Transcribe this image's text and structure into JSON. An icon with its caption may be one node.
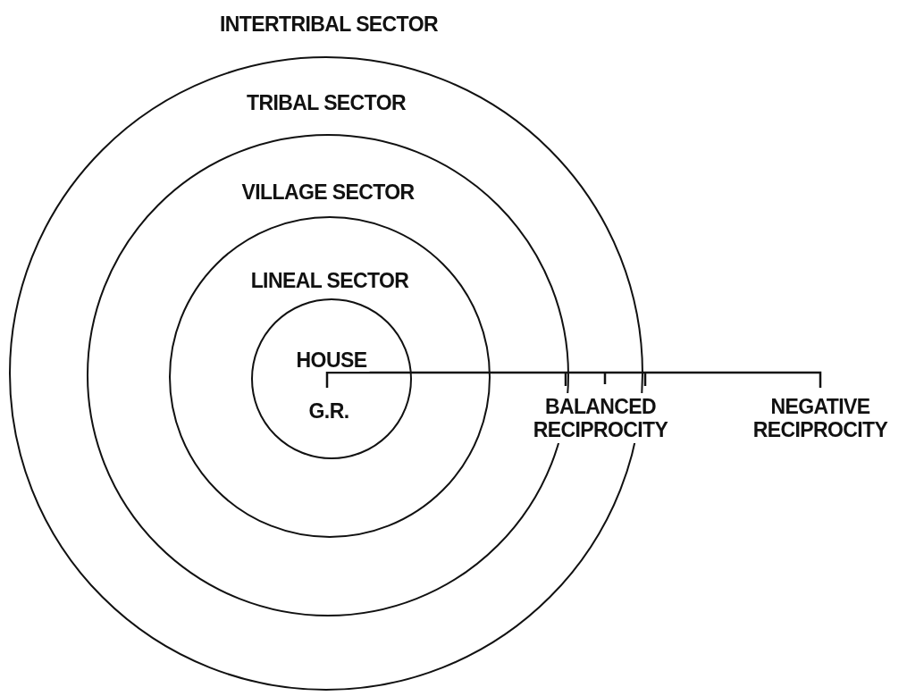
{
  "diagram": {
    "nodes": [
      {
        "text": [
          "TRIBAL SECTOR"
        ]
      },
      {
        "text": [
          "VILLAGE SECTOR"
        ],
        "in": 0
      },
      {
        "text": [
          "LINEAL SECTOR"
        ],
        "in": 1
      },
      {
        "text": [
          "HOUSE"
        ],
        "in": 2
      }
    ],
    "edges": [],
    "labels": [
      "INTERTRIBAL SECTOR",
      "G.R.",
      "BALANCED RECIPROCITY",
      "NEGATIVE RECIPROCITY"
    ]
  }
}
